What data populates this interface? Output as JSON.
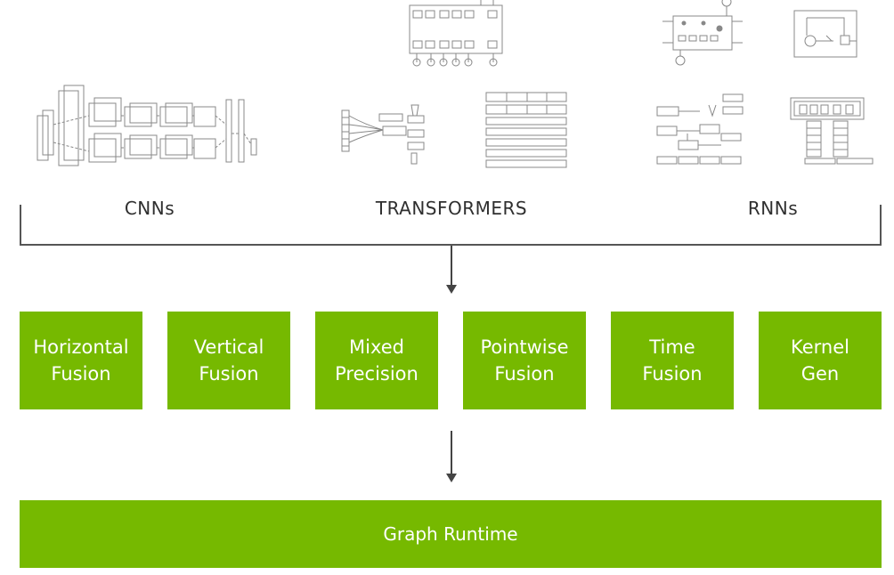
{
  "categories": [
    {
      "key": "cnn",
      "label": "CNNs"
    },
    {
      "key": "transformer",
      "label": "TRANSFORMERS"
    },
    {
      "key": "rnn",
      "label": "RNNs"
    }
  ],
  "optimizations": [
    {
      "line1": "Horizontal",
      "line2": "Fusion"
    },
    {
      "line1": "Vertical",
      "line2": "Fusion"
    },
    {
      "line1": "Mixed",
      "line2": "Precision"
    },
    {
      "line1": "Pointwise",
      "line2": "Fusion"
    },
    {
      "line1": "Time",
      "line2": "Fusion"
    },
    {
      "line1": "Kernel",
      "line2": "Gen"
    }
  ],
  "runtime": {
    "label": "Graph Runtime"
  },
  "colors": {
    "accent": "#76b900",
    "line": "#444444"
  }
}
